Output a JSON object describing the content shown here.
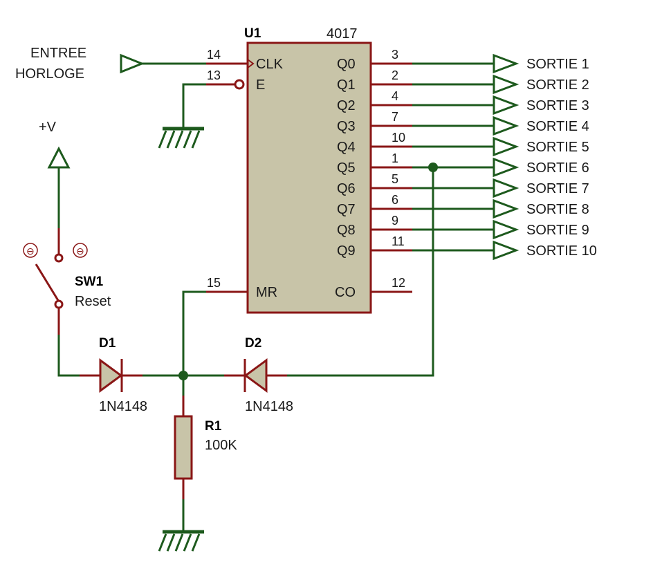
{
  "colors": {
    "wire": "#1d5a1d",
    "pin": "#8a1616",
    "body": "#c8c4a8",
    "text": "#1a1a1a"
  },
  "input": {
    "line1": "ENTREE",
    "line2": "HORLOGE"
  },
  "supply": {
    "label": "+V"
  },
  "ic": {
    "ref": "U1",
    "value": "4017",
    "clk": {
      "pin": "14",
      "name": "CLK"
    },
    "enable": {
      "pin": "13",
      "name": "E"
    },
    "reset": {
      "pin": "15",
      "name": "MR"
    },
    "carry": {
      "pin": "12",
      "name": "CO"
    },
    "outputs": [
      {
        "name": "Q0",
        "pin": "3",
        "label": "SORTIE 1"
      },
      {
        "name": "Q1",
        "pin": "2",
        "label": "SORTIE 2"
      },
      {
        "name": "Q2",
        "pin": "4",
        "label": "SORTIE 3"
      },
      {
        "name": "Q3",
        "pin": "7",
        "label": "SORTIE 4"
      },
      {
        "name": "Q4",
        "pin": "10",
        "label": "SORTIE 5"
      },
      {
        "name": "Q5",
        "pin": "1",
        "label": "SORTIE 6"
      },
      {
        "name": "Q6",
        "pin": "5",
        "label": "SORTIE 7"
      },
      {
        "name": "Q7",
        "pin": "6",
        "label": "SORTIE 8"
      },
      {
        "name": "Q8",
        "pin": "9",
        "label": "SORTIE 9"
      },
      {
        "name": "Q9",
        "pin": "11",
        "label": "SORTIE 10"
      }
    ]
  },
  "switch": {
    "ref": "SW1",
    "value": "Reset",
    "minus": "⊖",
    "plus": "⊖"
  },
  "d1": {
    "ref": "D1",
    "value": "1N4148"
  },
  "d2": {
    "ref": "D2",
    "value": "1N4148"
  },
  "r1": {
    "ref": "R1",
    "value": "100K"
  }
}
